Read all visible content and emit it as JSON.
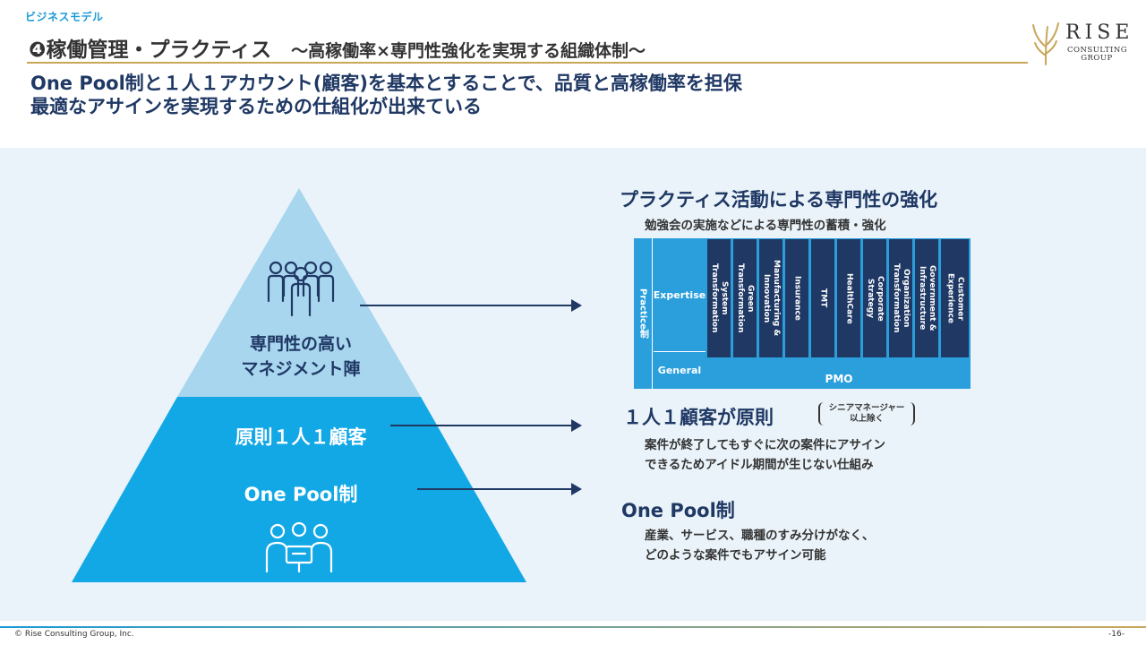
{
  "header": {
    "section_tag": "ビジネスモデル",
    "title_main": "❹稼働管理・プラクティス",
    "title_sub": "～高稼働率×専門性強化を実現する組織体制～",
    "logo_text": "RISE",
    "logo_sub_1": "CONSULTING",
    "logo_sub_2": "GROUP"
  },
  "lead": {
    "line1": "One Pool制と１人１アカウント(顧客)を基本とすることで、品質と高稼働率を担保",
    "line2": "最適なアサインを実現するための仕組化が出来ている"
  },
  "pyramid": {
    "top_label_1": "専門性の高い",
    "top_label_2": "マネジメント陣",
    "mid_label": "原則１人１顧客",
    "bottom_label": "One Pool制",
    "icon_people": "people-group-icon",
    "icon_team": "team-meeting-icon"
  },
  "practice": {
    "heading": "プラクティス活動による専門性の強化",
    "subheading": "勉強会の実施などによる専門性の蓄積・強化",
    "practice_label": "Practice制",
    "expertise_label": "Expertise",
    "general_label": "General",
    "pmo_label": "PMO",
    "columns": [
      "System\nTransformation",
      "Green\nTransformation",
      "Manufacturing &\nInnovation",
      "Insurance",
      "TMT",
      "HealthCare",
      "Corporate\nStrategy",
      "Organization\nTransformation",
      "Government &\nInfrastructure",
      "Customer\nExperience"
    ]
  },
  "one_client": {
    "heading": "１人１顧客が原則",
    "note_1": "シニアマネージャー",
    "note_2": "以上除く",
    "desc_1": "案件が終了してもすぐに次の案件にアサイン",
    "desc_2": "できるためアイドル期間が生じない仕組み"
  },
  "one_pool": {
    "heading": "One Pool制",
    "desc_1": "産業、サービス、職種のすみ分けがなく、",
    "desc_2": "どのような案件でもアサイン可能"
  },
  "footer": {
    "copyright": "© Rise Consulting Group, Inc.",
    "page": "-16-"
  },
  "colors": {
    "navy": "#1f3864",
    "blue": "#1b9ad6",
    "light_blue": "#a8d6ef",
    "pool_blue": "#12a8e6",
    "gold": "#c8a75b"
  }
}
